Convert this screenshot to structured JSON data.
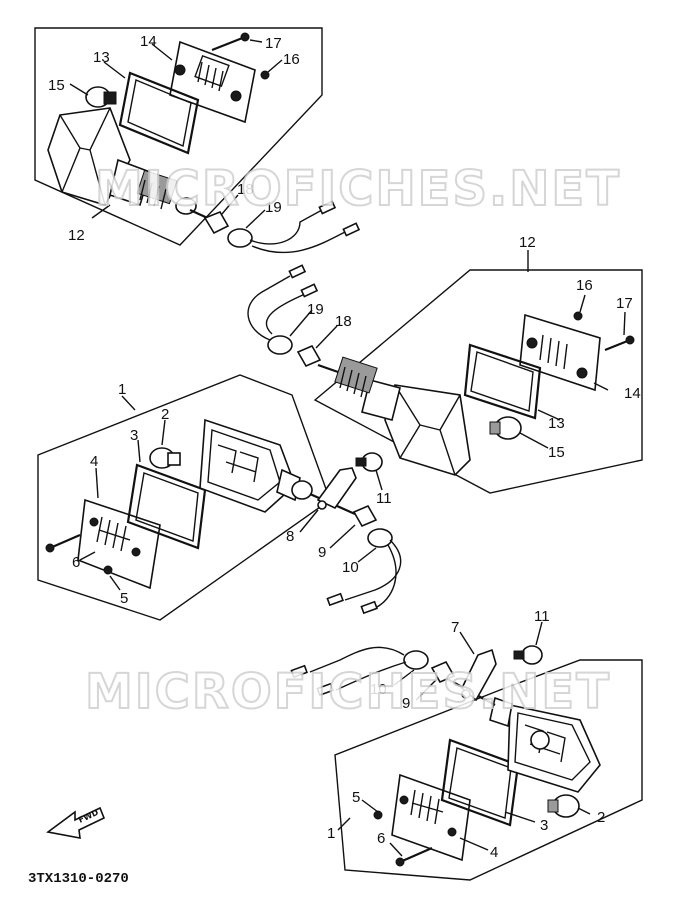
{
  "diagram": {
    "watermark": "MICROFICHES.NET",
    "part_code": "3TX1310-0270",
    "front_marker": "FWD",
    "labels": {
      "g1": [
        "12",
        "13",
        "14",
        "15",
        "16",
        "17",
        "18",
        "19"
      ],
      "g2": [
        "12",
        "13",
        "14",
        "15",
        "16",
        "17",
        "18",
        "19"
      ],
      "g3": [
        "1",
        "2",
        "3",
        "4",
        "5",
        "6",
        "8",
        "9",
        "10",
        "11"
      ],
      "g4": [
        "1",
        "2",
        "3",
        "4",
        "5",
        "6",
        "7",
        "9",
        "10",
        "11"
      ]
    }
  }
}
